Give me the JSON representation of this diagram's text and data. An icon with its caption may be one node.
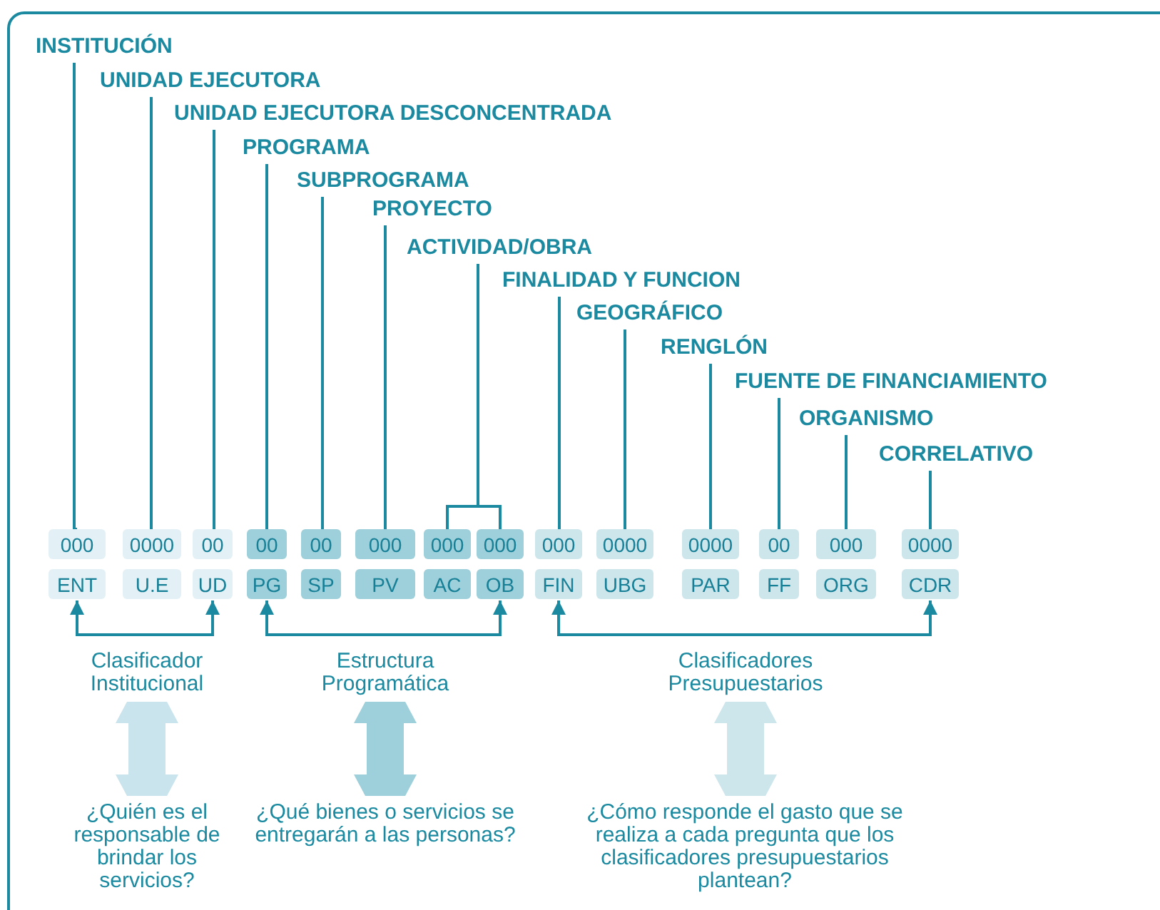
{
  "diagram": {
    "nodes": [
      {
        "text": [
          "INSTITUCIÓN"
        ]
      },
      {
        "text": [
          "UNIDAD EJECUTORA"
        ]
      },
      {
        "text": [
          "UNIDAD EJECUTORA DESCONCENTRADA"
        ]
      },
      {
        "text": [
          "PROGRAMA"
        ]
      },
      {
        "text": [
          "SUBPROGRAMA"
        ]
      },
      {
        "text": [
          "PROYECTO"
        ]
      },
      {
        "text": [
          "ACTIVIDAD/OBRA"
        ]
      },
      {
        "text": [
          "FINALIDAD Y FUNCION"
        ]
      },
      {
        "text": [
          "GEOGRÁFICO"
        ]
      },
      {
        "text": [
          "RENGLÓN"
        ]
      },
      {
        "text": [
          "FUENTE DE FINANCIAMIENTO"
        ]
      },
      {
        "text": [
          "ORGANISMO"
        ]
      },
      {
        "text": [
          "CORRELATIVO"
        ]
      },
      {
        "text": [
          "000"
        ]
      },
      {
        "text": [
          "0000"
        ]
      },
      {
        "text": [
          "00"
        ]
      },
      {
        "text": [
          "00"
        ]
      },
      {
        "text": [
          "00"
        ]
      },
      {
        "text": [
          "000"
        ]
      },
      {
        "text": [
          "000"
        ]
      },
      {
        "text": [
          "000"
        ]
      },
      {
        "text": [
          "000"
        ]
      },
      {
        "text": [
          "0000"
        ]
      },
      {
        "text": [
          "0000"
        ]
      },
      {
        "text": [
          "00"
        ]
      },
      {
        "text": [
          "000"
        ]
      },
      {
        "text": [
          "0000"
        ]
      },
      {
        "text": [
          "ENT"
        ]
      },
      {
        "text": [
          "U.E"
        ]
      },
      {
        "text": [
          "UD"
        ]
      },
      {
        "text": [
          "PG"
        ]
      },
      {
        "text": [
          "SP"
        ]
      },
      {
        "text": [
          "PV"
        ]
      },
      {
        "text": [
          "AC"
        ]
      },
      {
        "text": [
          "OB"
        ]
      },
      {
        "text": [
          "FIN"
        ]
      },
      {
        "text": [
          "UBG"
        ]
      },
      {
        "text": [
          "PAR"
        ]
      },
      {
        "text": [
          "FF"
        ]
      },
      {
        "text": [
          "ORG"
        ]
      },
      {
        "text": [
          "CDR"
        ]
      },
      {
        "text": [
          "Clasificador Institucional"
        ]
      },
      {
        "text": [
          "Estructura Programática"
        ]
      },
      {
        "text": [
          "Clasificadores Presupuestarios"
        ]
      },
      {
        "text": [
          "¿Quién es el responsable de brindar los servicios?"
        ]
      },
      {
        "text": [
          "¿Qué bienes o servicios se entregarán a las personas?"
        ]
      },
      {
        "text": [
          "¿Cómo responde el gasto que se realiza a cada pregunta que los clasificadores presupuestarios plantean?"
        ]
      }
    ],
    "edges": [
      {
        "from": 0,
        "to": 13,
        "arrow": "none"
      },
      {
        "from": 1,
        "to": 14,
        "arrow": "none"
      },
      {
        "from": 2,
        "to": 15,
        "arrow": "none"
      },
      {
        "from": 3,
        "to": 16,
        "arrow": "none"
      },
      {
        "from": 4,
        "to": 17,
        "arrow": "none"
      },
      {
        "from": 5,
        "to": 18,
        "arrow": "none"
      },
      {
        "from": 6,
        "to": 19,
        "arrow": "none"
      },
      {
        "from": 6,
        "to": 20,
        "arrow": "none"
      },
      {
        "from": 7,
        "to": 21,
        "arrow": "none"
      },
      {
        "from": 8,
        "to": 22,
        "arrow": "none"
      },
      {
        "from": 9,
        "to": 23,
        "arrow": "none"
      },
      {
        "from": 10,
        "to": 24,
        "arrow": "none"
      },
      {
        "from": 11,
        "to": 25,
        "arrow": "none"
      },
      {
        "from": 12,
        "to": 26,
        "arrow": "none"
      },
      {
        "from": 27,
        "to": 29,
        "arrow": "both"
      },
      {
        "from": 30,
        "to": 34,
        "arrow": "both"
      },
      {
        "from": 35,
        "to": 40,
        "arrow": "both"
      },
      {
        "from": 41,
        "to": 44,
        "arrow": "both",
        "style": "thick",
        "color": "#c9e4ed"
      },
      {
        "from": 42,
        "to": 45,
        "arrow": "both",
        "style": "thick",
        "color": "#9dd0da"
      },
      {
        "from": 43,
        "to": 46,
        "arrow": "both",
        "style": "thick",
        "color": "#cde6ec"
      }
    ]
  }
}
